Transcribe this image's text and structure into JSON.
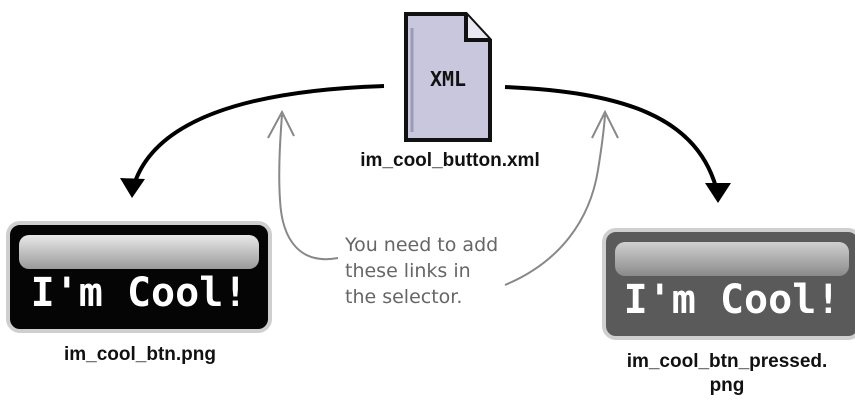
{
  "xml_file": {
    "icon_label": "XML",
    "caption": "im_cool_button.xml"
  },
  "button_normal": {
    "label": "I'm Cool!",
    "caption": "im_cool_btn.png"
  },
  "button_pressed": {
    "label": "I'm Cool!",
    "caption": "im_cool_btn_pressed.\npng"
  },
  "annotation": {
    "text": "You need to add\nthese links in\nthe selector."
  },
  "colors": {
    "normal_button": "#050505",
    "pressed_button": "#5a5a5a",
    "xml_doc_fill": "#c9c7dd",
    "annotation": "#666666"
  }
}
